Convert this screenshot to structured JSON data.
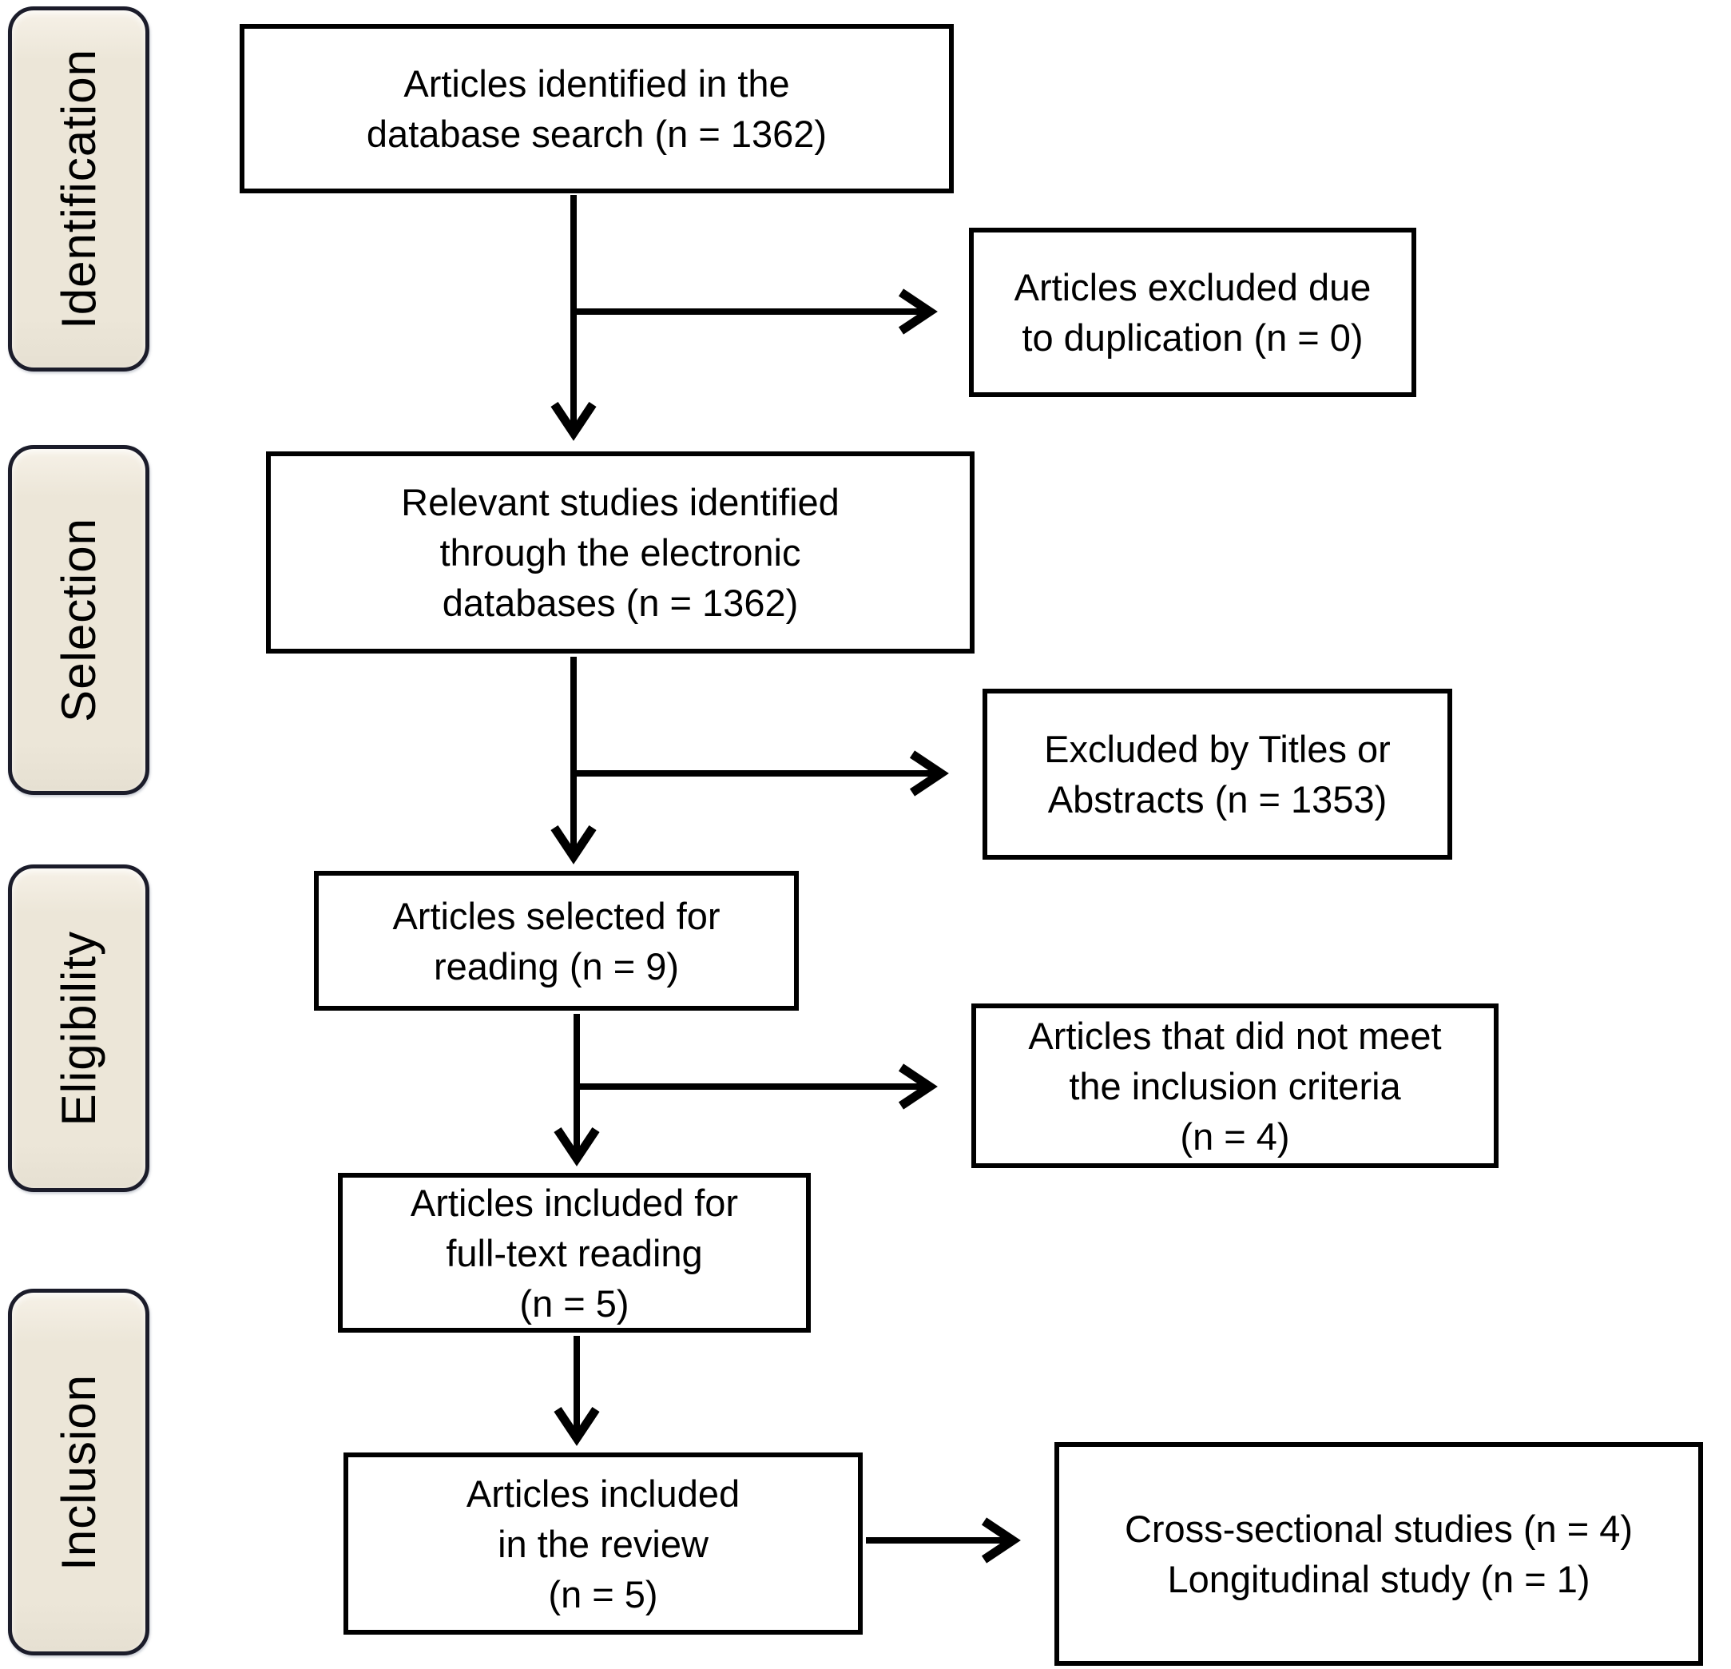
{
  "diagram_type": "prisma-flowchart",
  "colors": {
    "background": "#ffffff",
    "box_fill": "#ffffff",
    "box_border": "#000000",
    "arrow": "#000000",
    "text": "#000000",
    "stage_fill": "#ece6d8",
    "stage_fill_light": "#f6f1e7",
    "stage_border": "#1b1c2a"
  },
  "stages": [
    {
      "label": "Identification"
    },
    {
      "label": "Selection"
    },
    {
      "label": "Eligibility"
    },
    {
      "label": "Inclusion"
    }
  ],
  "main_boxes": [
    {
      "id": "identified",
      "lines": [
        "Articles identified in the",
        "database search (n = 1362)"
      ]
    },
    {
      "id": "relevant",
      "lines": [
        "Relevant studies identified",
        "through the electronic",
        "databases (n = 1362)"
      ]
    },
    {
      "id": "selected",
      "lines": [
        "Articles selected for",
        "reading (n = 9)"
      ]
    },
    {
      "id": "fulltext",
      "lines": [
        "Articles included for",
        "full-text reading",
        "(n = 5)"
      ]
    },
    {
      "id": "review",
      "lines": [
        "Articles included",
        "in the review",
        "(n = 5)"
      ]
    }
  ],
  "side_boxes": [
    {
      "id": "excluded-duplication",
      "lines": [
        "Articles excluded due",
        "to duplication (n = 0)"
      ]
    },
    {
      "id": "excluded-titles",
      "lines": [
        "Excluded by Titles or",
        "Abstracts (n = 1353)"
      ]
    },
    {
      "id": "not-meeting-criteria",
      "lines": [
        "Articles that did not meet",
        "the inclusion criteria",
        "(n = 4)"
      ]
    },
    {
      "id": "study-types",
      "lines": [
        "Cross-sectional studies (n = 4)",
        "Longitudinal study (n = 1)"
      ]
    }
  ]
}
